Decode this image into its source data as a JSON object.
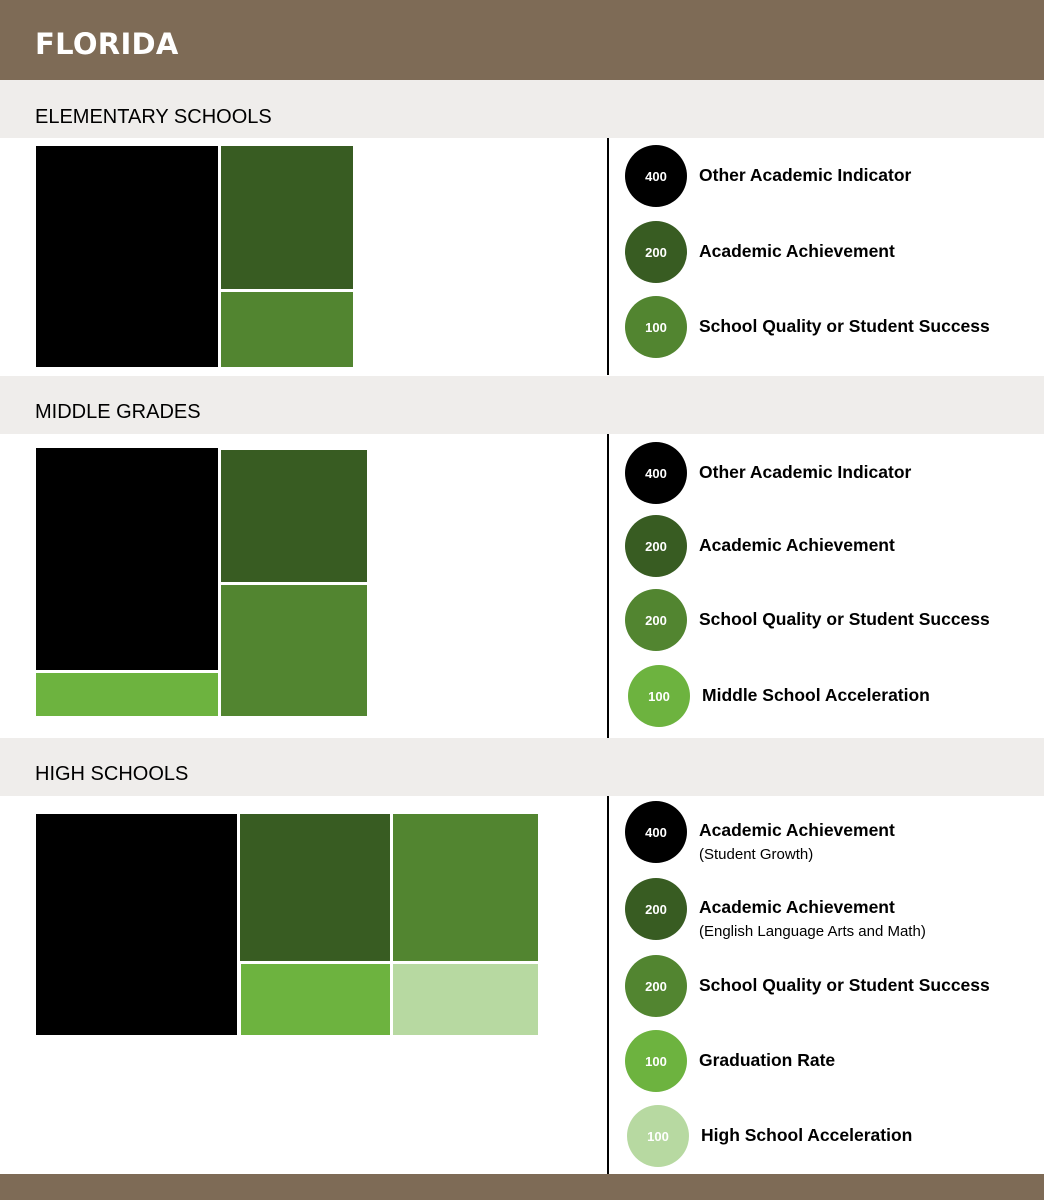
{
  "title": "FLORIDA",
  "chart_data": [
    {
      "type": "treemap",
      "title": "ELEMENTARY SCHOOLS",
      "legend": [
        {
          "value": 400,
          "label": "Other Academic Indicator",
          "sublabel": "",
          "color": "#000000",
          "text_color": "#ffffff"
        },
        {
          "value": 200,
          "label": "Academic Achievement",
          "sublabel": "",
          "color": "#385c22",
          "text_color": "#ffffff"
        },
        {
          "value": 100,
          "label": "School Quality or Student Success",
          "sublabel": "",
          "color": "#528530",
          "text_color": "#ffffff"
        }
      ]
    },
    {
      "type": "treemap",
      "title": "MIDDLE GRADES",
      "legend": [
        {
          "value": 400,
          "label": "Other Academic Indicator",
          "sublabel": "",
          "color": "#000000",
          "text_color": "#ffffff"
        },
        {
          "value": 200,
          "label": "Academic Achievement",
          "sublabel": "",
          "color": "#385c22",
          "text_color": "#ffffff"
        },
        {
          "value": 200,
          "label": "School Quality or Student Success",
          "sublabel": "",
          "color": "#528530",
          "text_color": "#ffffff"
        },
        {
          "value": 100,
          "label": "Middle School Acceleration",
          "sublabel": "",
          "color": "#6db33f",
          "text_color": "#ffffff"
        }
      ]
    },
    {
      "type": "treemap",
      "title": "HIGH SCHOOLS",
      "legend": [
        {
          "value": 400,
          "label": "Academic Achievement",
          "sublabel": "(Student Growth)",
          "color": "#000000",
          "text_color": "#ffffff"
        },
        {
          "value": 200,
          "label": "Academic Achievement",
          "sublabel": "(English Language Arts and Math)",
          "color": "#385c22",
          "text_color": "#ffffff"
        },
        {
          "value": 200,
          "label": "School Quality or Student Success",
          "sublabel": "",
          "color": "#528530",
          "text_color": "#ffffff"
        },
        {
          "value": 100,
          "label": "Graduation Rate",
          "sublabel": "",
          "color": "#6db33f",
          "text_color": "#ffffff"
        },
        {
          "value": 100,
          "label": "High School Acceleration",
          "sublabel": "",
          "color": "#b7d9a1",
          "text_color": "#ffffff"
        }
      ]
    }
  ]
}
